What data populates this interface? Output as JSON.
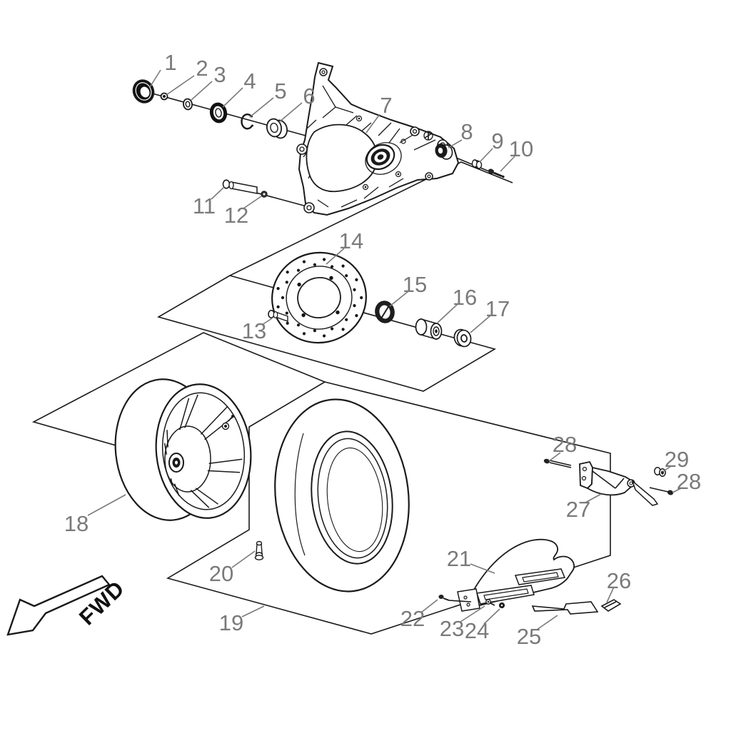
{
  "figure": {
    "kind": "exploded-parts-diagram",
    "subject": "rear wheel, swingarm and mudguard assembly",
    "background_color": "#ffffff",
    "line_color": "#1a1a1a",
    "label_color": "#7a7a7a"
  },
  "fwd_label": "FWD",
  "callouts": [
    {
      "label": "1"
    },
    {
      "label": "2"
    },
    {
      "label": "3"
    },
    {
      "label": "4"
    },
    {
      "label": "5"
    },
    {
      "label": "6"
    },
    {
      "label": "7"
    },
    {
      "label": "8"
    },
    {
      "label": "9"
    },
    {
      "label": "10"
    },
    {
      "label": "11"
    },
    {
      "label": "12"
    },
    {
      "label": "13"
    },
    {
      "label": "14"
    },
    {
      "label": "15"
    },
    {
      "label": "16"
    },
    {
      "label": "17"
    },
    {
      "label": "18"
    },
    {
      "label": "19"
    },
    {
      "label": "20"
    },
    {
      "label": "21"
    },
    {
      "label": "22"
    },
    {
      "label": "23"
    },
    {
      "label": "24"
    },
    {
      "label": "25"
    },
    {
      "label": "26"
    },
    {
      "label": "27"
    },
    {
      "label": "28"
    },
    {
      "label": "28"
    },
    {
      "label": "29"
    }
  ]
}
